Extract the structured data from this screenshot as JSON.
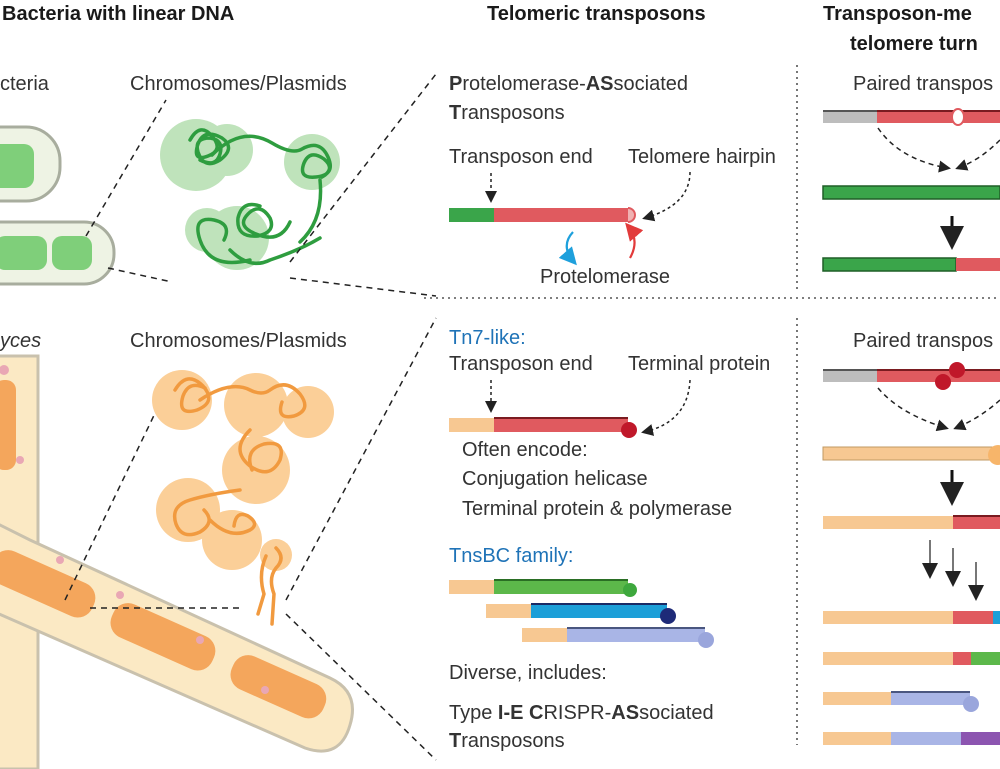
{
  "headers": {
    "left": "Bacteria with linear DNA",
    "middle": "Telomeric transposons",
    "right_line1": "Transposon-me",
    "right_line2": "telomere turn"
  },
  "left_panel": {
    "top_label": "cteria",
    "top_chrom_label": "Chromosomes/Plasmids",
    "bottom_label": "yces",
    "bottom_chrom_label": "Chromosomes/Plasmids"
  },
  "middle_top": {
    "pat_p": "P",
    "pat_rest1": "rotelomerase-",
    "pat_as": "AS",
    "pat_rest2": "sociated",
    "pat_t": "T",
    "pat_rest3": "ransposons",
    "transposon_end": "Transposon end",
    "telomere_hairpin": "Telomere hairpin",
    "protelomerase": "Protelomerase"
  },
  "middle_bottom": {
    "tn7_title": "Tn7-like:",
    "transposon_end": "Transposon end",
    "terminal_protein": "Terminal protein",
    "often_encode": "Often encode:",
    "item1": "Conjugation helicase",
    "item2": "Terminal protein & polymerase",
    "tnsbc_title": "TnsBC family:",
    "diverse": "Diverse, includes:",
    "type_pre": "Type ",
    "type_ie": "I-E C",
    "type_rispr": "RISPR-",
    "type_as": "AS",
    "type_sociated": "sociated",
    "type_t": "T",
    "type_ransposons": "ransposons"
  },
  "right_panel": {
    "paired_top": "Paired transpos",
    "paired_bottom": "Paired transpos"
  },
  "colors": {
    "green": "#3aa54a",
    "red": "#e05a5f",
    "orange_fill": "#f7c892",
    "tan": "#f3d7a8",
    "blue": "#1f73b7",
    "light_blue": "#9fb3e0",
    "purple": "#8c55b0"
  }
}
